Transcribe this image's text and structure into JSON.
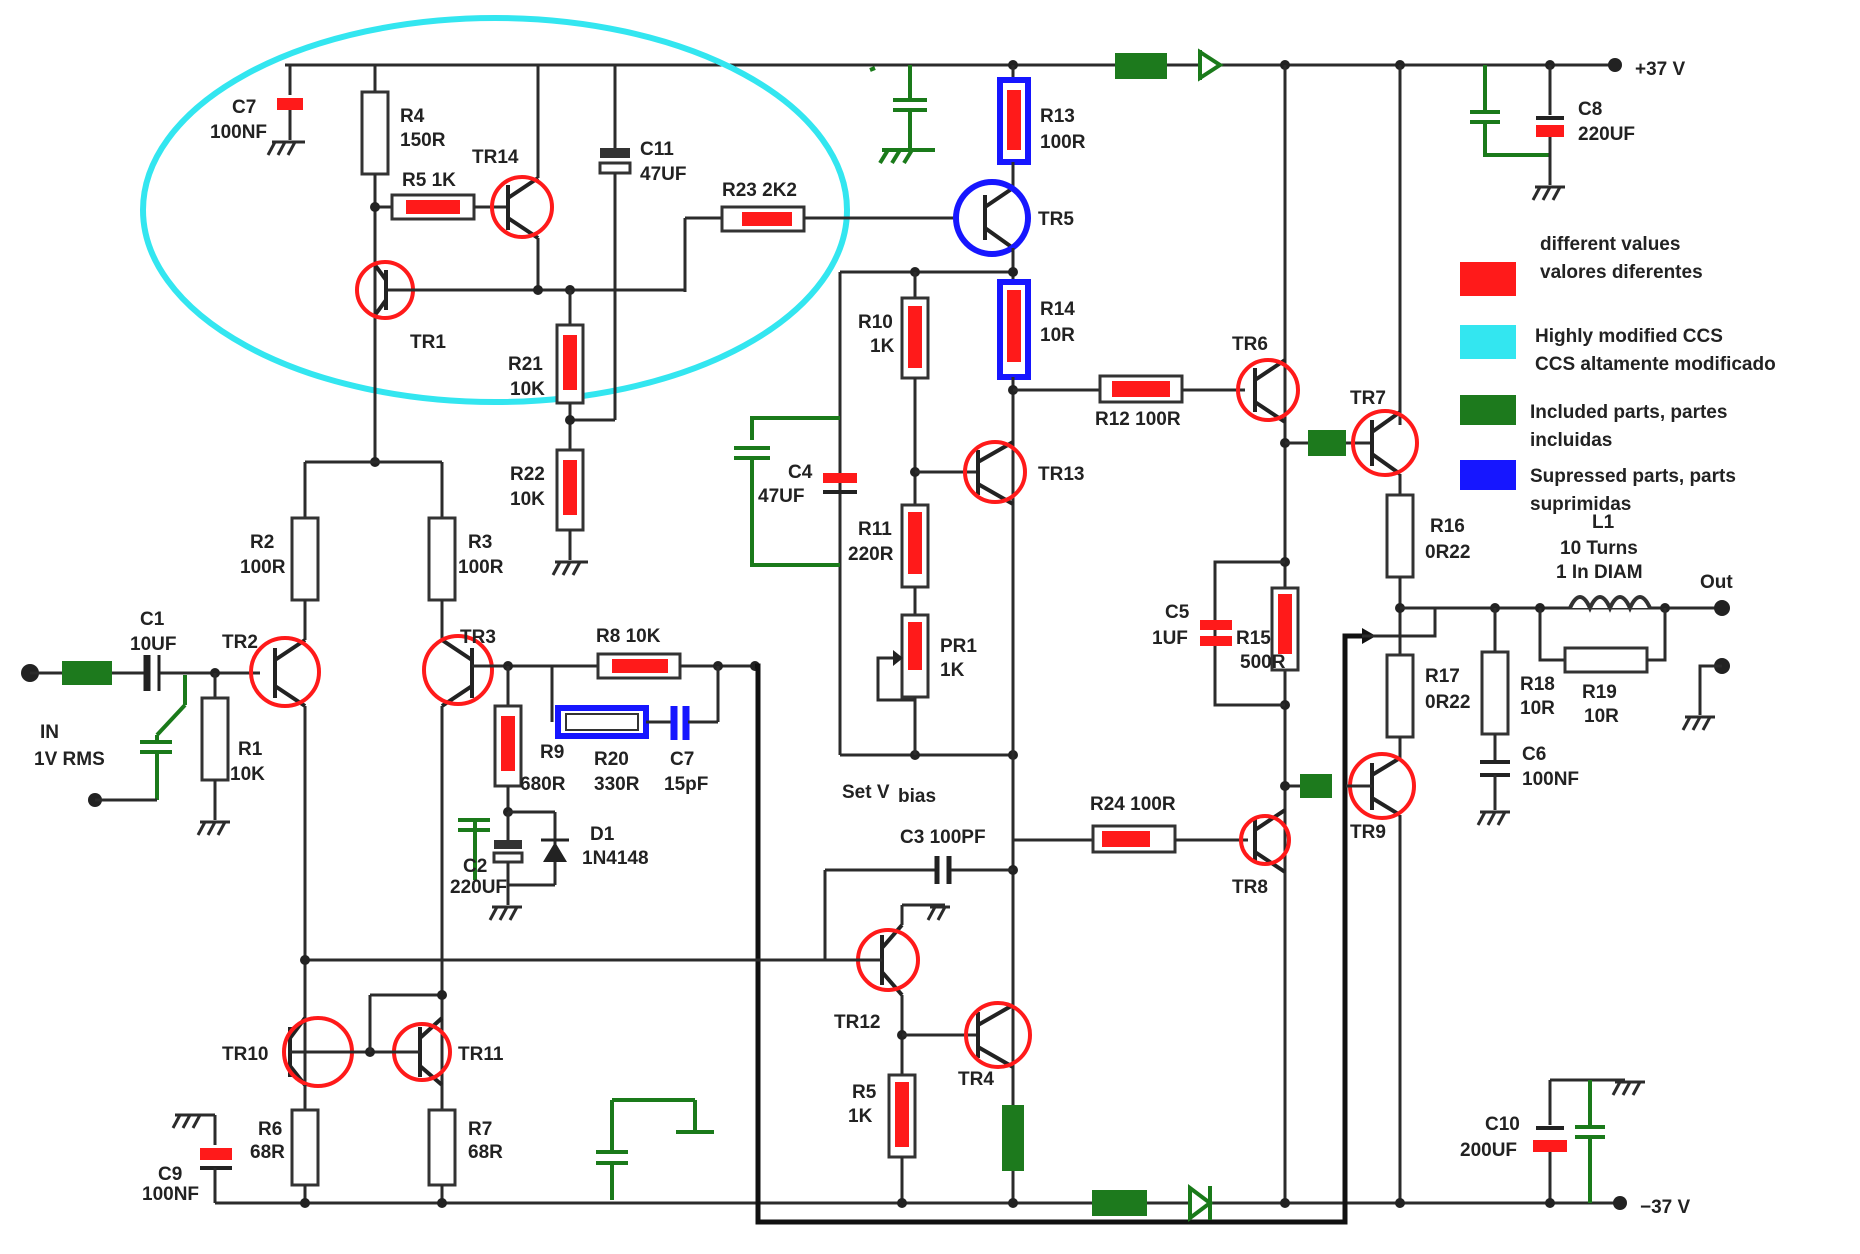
{
  "rails": {
    "positive": "+37 V",
    "negative": "−37 V"
  },
  "io": {
    "input": "IN",
    "input_level": "1V RMS",
    "output": "Out"
  },
  "legend": [
    {
      "key": "different",
      "color": "#ff1a1a",
      "line1": "different values",
      "line2": "valores diferentes",
      "text_color": "#ff1a1a"
    },
    {
      "key": "ccs",
      "color": "#33e6f0",
      "line1": "Highly modified CCS",
      "line2": "CCS altamente modificado",
      "text_color": "#111111"
    },
    {
      "key": "included",
      "color": "#1d7a1d",
      "line1": "Included parts, partes",
      "line2": "incluidas",
      "text_color": "#111111"
    },
    {
      "key": "suppressed",
      "color": "#1616ff",
      "line1": "Supressed parts, parts",
      "line2": "suprimidas",
      "text_color": "#111111"
    }
  ],
  "labels": {
    "C7a_name": "C7",
    "C7a_val": "100NF",
    "R4_name": "R4",
    "R4_val": "150R",
    "R5": "R5 1K",
    "TR14": "TR14",
    "C11_name": "C11",
    "C11_val": "47UF",
    "R23": "R23 2K2",
    "TR1": "TR1",
    "R21_name": "R21",
    "R21_val": "10K",
    "R22_name": "R22",
    "R22_val": "10K",
    "R13_name": "R13",
    "R13_val": "100R",
    "TR5": "TR5",
    "R14_name": "R14",
    "R14_val": "10R",
    "R10_name": "R10",
    "R10_val": "1K",
    "C4_name": "C4",
    "C4_val": "47UF",
    "R11_name": "R11",
    "R11_val": "220R",
    "PR1_name": "PR1",
    "PR1_val": "1K",
    "TR13": "TR13",
    "R12": "R12 100R",
    "TR6": "TR6",
    "TR7": "TR7",
    "C8_name": "C8",
    "C8_val": "220UF",
    "R2_name": "R2",
    "R2_val": "100R",
    "R3_name": "R3",
    "R3_val": "100R",
    "C1_name": "C1",
    "C1_val": "10UF",
    "TR2": "TR2",
    "TR3": "TR3",
    "R1_name": "R1",
    "R1_val": "10K",
    "R8": "R8 10K",
    "R9_name": "R9",
    "R9_val": "680R",
    "R20_name": "R20",
    "R20_val": "330R",
    "C7b_name": "C7",
    "C7b_val": "15pF",
    "C2_name": "C2",
    "C2_val": "220UF",
    "D1_name": "D1",
    "D1_val": "1N4148",
    "set_vbias": "Set V",
    "vbias_sub": "bias",
    "C3": "C3 100PF",
    "R24": "R24 100R",
    "TR8": "TR8",
    "TR9": "TR9",
    "R16_name": "R16",
    "R16_val": "0R22",
    "R17_name": "R17",
    "R17_val": "0R22",
    "C5_name": "C5",
    "C5_val": "1UF",
    "R15_name": "R15",
    "R15_val": "500R",
    "L1_name": "L1",
    "L1_line1": "10 Turns",
    "L1_line2": "1 In DIAM",
    "R18_name": "R18",
    "R18_val": "10R",
    "R19_name": "R19",
    "R19_val": "10R",
    "C6_name": "C6",
    "C6_val": "100NF",
    "TR12": "TR12",
    "R5b_name": "R5",
    "R5b_val": "1K",
    "TR4": "TR4",
    "TR10": "TR10",
    "TR11": "TR11",
    "R6_name": "R6",
    "R6_val": "68R",
    "R7_name": "R7",
    "R7_val": "68R",
    "C9_name": "C9",
    "C9_val": "100NF",
    "C10_name": "C10",
    "C10_val": "200UF"
  }
}
